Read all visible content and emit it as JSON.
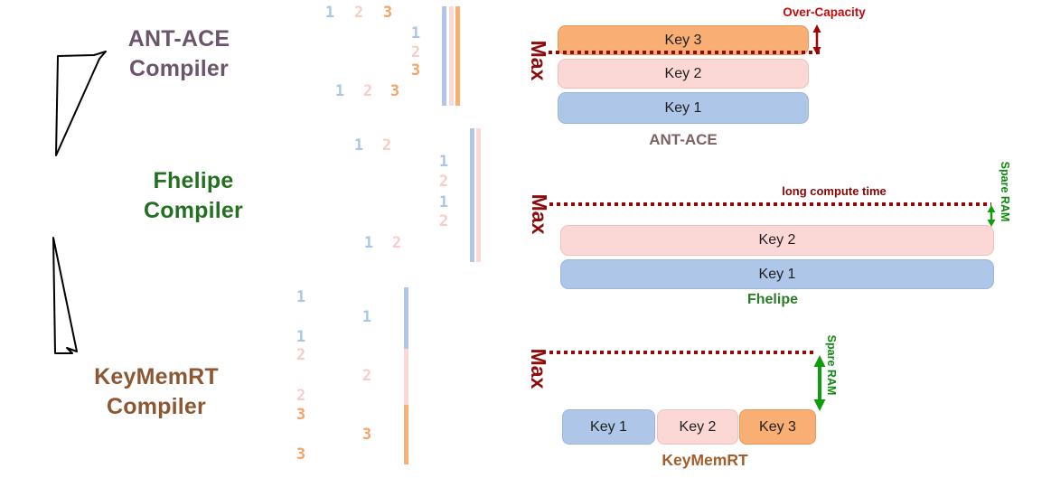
{
  "figure": {
    "description": "Comparison of key-memory scheduling across three FHE compilers",
    "palette": {
      "key1_blue": "#aec6e8",
      "key2_pink": "#fbd8d5",
      "key3_orange": "#f9ae74",
      "max_dark_red": "#8e0b0b",
      "over_capacity_red": "#c00c0c",
      "spare_ram_green": "#0f8a0f",
      "fhelipe_green": "#237022",
      "antace_mauve": "#6b556b",
      "keymemrt_brown": "#8c5833"
    }
  },
  "left_labels": {
    "antace": [
      "ANT-ACE",
      "Compiler"
    ],
    "fhelipe": [
      "Fhelipe",
      "Compiler"
    ],
    "keymemrt": [
      "KeyMemRT",
      "Compiler"
    ]
  },
  "schedules": {
    "antace": {
      "top_row": [
        "1",
        "2",
        "3"
      ],
      "mid_col": [
        "1",
        "2",
        "3"
      ],
      "bottom_row": [
        "1",
        "2",
        "3"
      ]
    },
    "fhelipe": {
      "top_row": [
        "1",
        "2"
      ],
      "mid_col": [
        "1",
        "2",
        "1",
        "2"
      ],
      "bottom_row": [
        "1",
        "2"
      ]
    },
    "keymemrt": {
      "col1": [
        "1",
        "1",
        "2",
        "2",
        "3",
        "3"
      ],
      "col2": [
        "1",
        "2",
        "3"
      ]
    }
  },
  "charts": {
    "antace": {
      "title": "ANT-ACE",
      "max_label": "Max",
      "over_capacity_label": "Over-Capacity",
      "bars": [
        {
          "label": "Key 3",
          "color": "orange"
        },
        {
          "label": "Key 2",
          "color": "pink"
        },
        {
          "label": "Key 1",
          "color": "blue"
        }
      ]
    },
    "fhelipe": {
      "title": "Fhelipe",
      "max_label": "Max",
      "annotation": "long compute time",
      "spare_ram_label": "Spare RAM",
      "bars": [
        {
          "label": "Key 2",
          "color": "pink"
        },
        {
          "label": "Key 1",
          "color": "blue"
        }
      ]
    },
    "keymemrt": {
      "title": "KeyMemRT",
      "max_label": "Max",
      "spare_ram_label": "Spare RAM",
      "bars": [
        {
          "label": "Key 1",
          "color": "blue"
        },
        {
          "label": "Key 2",
          "color": "pink"
        },
        {
          "label": "Key 3",
          "color": "orange"
        }
      ]
    }
  }
}
